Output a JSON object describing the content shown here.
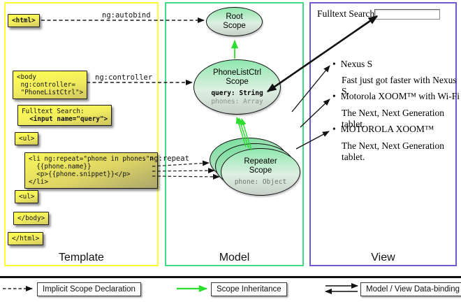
{
  "columns": {
    "template_label": "Template",
    "model_label": "Model",
    "view_label": "View"
  },
  "template": {
    "html_open": "<html>",
    "body_open": [
      "<body",
      " ng:controller=",
      " \"PhoneListCtrl\">"
    ],
    "fulltext": [
      "Fulltext Search:",
      "  <input name=\"query\">"
    ],
    "ul_open": "<ul>",
    "li_repeat": [
      "<li ng:repeat=\"phone in phones\">",
      "  {{phone.name}}",
      "  <p>{{phone.snippet}}</p>",
      "</li>"
    ],
    "ul_close": "<ul>",
    "body_close": "</body>",
    "html_close": "</html>"
  },
  "edge_labels": {
    "autobind": "ng:autobind",
    "controller": "ng:controller",
    "repeat": "ng:repeat"
  },
  "model": {
    "root_scope": {
      "line1": "Root",
      "line2": "Scope"
    },
    "phonelist_scope": {
      "line1": "PhoneListCtrl",
      "line2": "Scope",
      "prop_query": "query: String",
      "prop_phones": "phones: Array"
    },
    "repeater_scope": {
      "line1": "Repeater",
      "line2": "Scope",
      "prop_phone": "phone: Object"
    }
  },
  "view": {
    "search_label": "Fulltext Search:",
    "search_value": "",
    "bullet": "•",
    "items": [
      {
        "title": "Nexus S",
        "desc": "Fast just got faster with Nexus S."
      },
      {
        "title": "Motorola XOOM™ with Wi-Fi",
        "desc": "The Next, Next Generation tablet."
      },
      {
        "title": "MOTOROLA XOOM™",
        "desc": "The Next, Next Generation tablet."
      }
    ]
  },
  "legend": {
    "implicit": "Implicit Scope Declaration",
    "inheritance": "Scope Inheritance",
    "binding": "Model / View Data-binding"
  },
  "colors": {
    "template_border": "#ffff33",
    "model_border": "#3edc84",
    "view_border": "#6a5acd",
    "inheritance_green": "#2ddd2d",
    "note_yellow": "#ffff52"
  }
}
